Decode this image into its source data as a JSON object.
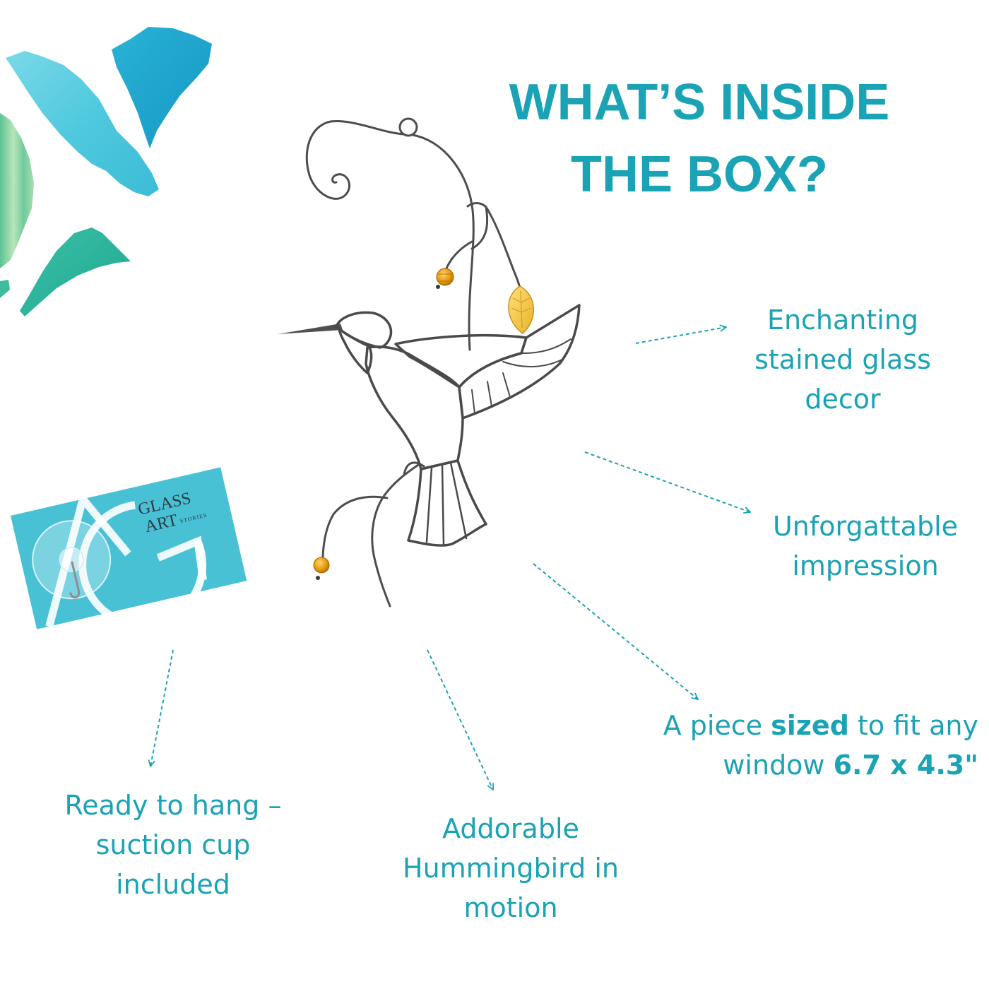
{
  "title": {
    "line1": "WHAT’S INSIDE",
    "line2": "THE BOX?"
  },
  "features": {
    "decor": [
      "Enchanting",
      "stained glass",
      "decor"
    ],
    "impression": [
      "Unforgattable",
      "impression"
    ],
    "size": {
      "line1": [
        "A piece ",
        "sized",
        " to fit any"
      ],
      "line2": [
        "window ",
        "6.7 x 4.3\""
      ]
    },
    "hang": [
      "Ready to hang –",
      "suction cup",
      "included"
    ],
    "motion": [
      "Addorable",
      "Hummingbird in",
      "motion"
    ]
  },
  "card_logo": {
    "line1": "GLASS",
    "line2": "ART",
    "tag": "STORIES"
  },
  "icons": [
    "hummingbird-suncatcher",
    "glass-shard",
    "suction-cup-icon",
    "dashed-arrow-icon"
  ],
  "colors": {
    "accent": "#1aa3b4",
    "card": "#48c1d4",
    "glass_turquoise": "#5fd0e2",
    "glass_blue": "#1ba5cc",
    "glass_green": "#27b69c",
    "tail_blue": "#1b7fba",
    "bead_amber": "#e39a12"
  }
}
